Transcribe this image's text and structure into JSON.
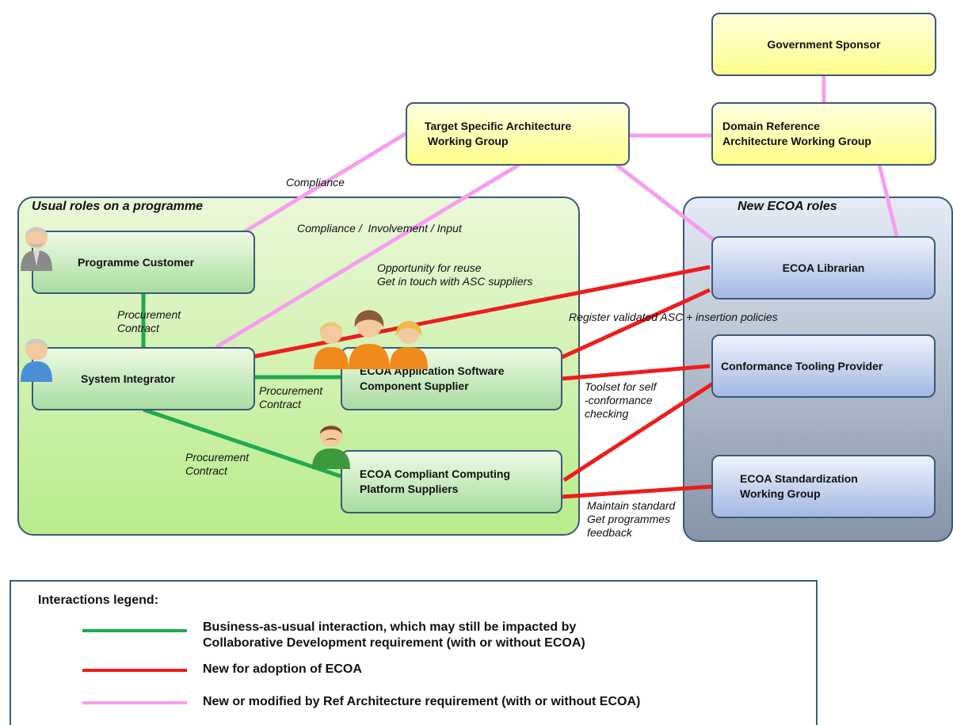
{
  "groups": {
    "usual_title": "Usual roles on a programme",
    "new_title": "New ECOA roles"
  },
  "boxes": {
    "government_sponsor": "Government Sponsor",
    "target_specific": "Target Specific Architecture\n Working Group",
    "domain_reference": "Domain Reference\nArchitecture Working Group",
    "programme_customer": "Programme Customer",
    "system_integrator": "System Integrator",
    "asc_supplier": "ECOA Application Software\nComponent Supplier",
    "platform_suppliers": "ECOA Compliant Computing\nPlatform Suppliers",
    "ecoa_librarian": "ECOA Librarian",
    "conformance_tooling": "Conformance Tooling Provider",
    "standardization_wg": "ECOA Standardization\nWorking Group"
  },
  "labels": {
    "compliance": "Compliance",
    "compliance_involvement": "Compliance /  Involvement / Input",
    "opportunity": "Opportunity for reuse\nGet in touch with ASC suppliers",
    "register": "Register validated ASC + insertion policies",
    "procurement_1": "Procurement\nContract",
    "procurement_2": "Procurement\nContract",
    "procurement_3": "Procurement\nContract",
    "toolset": "Toolset for self\n-conformance\nchecking",
    "maintain": "Maintain standard\nGet programmes\nfeedback"
  },
  "legend": {
    "title": "Interactions legend:",
    "items": [
      {
        "text": "Business-as-usual interaction, which may still be impacted by\nCollaborative Development requirement (with or without ECOA)",
        "color": "#1faa52"
      },
      {
        "text": "New for adoption of ECOA",
        "color": "#ee1c1c"
      },
      {
        "text": "New or modified by Ref Architecture requirement (with or without ECOA)",
        "color": "#f59ff0"
      }
    ]
  },
  "colors": {
    "green_line": "#1faa52",
    "red_line": "#ee1c1c",
    "pink_line": "#f59ff0",
    "box_border": "#3c5a78"
  },
  "icons": [
    "manager-person-icon",
    "person-icon",
    "asc-team-person-icon",
    "platform-person-icon"
  ]
}
